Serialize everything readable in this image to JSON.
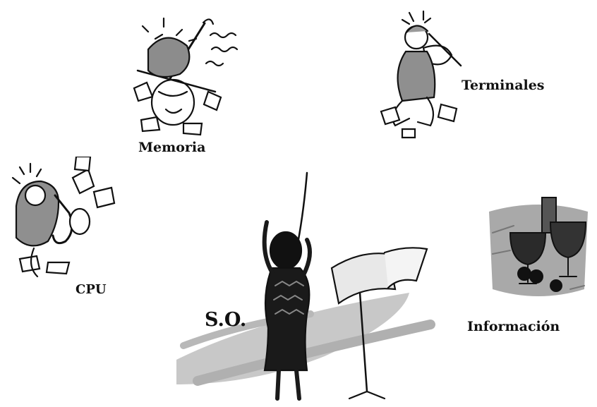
{
  "labels": {
    "memoria": "Memoria",
    "terminales": "Terminales",
    "cpu": "CPU",
    "so": "S.O.",
    "informacion": "Información"
  },
  "illustrations": {
    "memoria": "cellist-illustration",
    "terminales": "violinist-illustration",
    "cpu": "saxophonist-illustration",
    "so": "conductor-illustration",
    "informacion": "wine-glasses-illustration"
  },
  "colors": {
    "ink": "#111111",
    "gray": "#9a9a9a",
    "light_gray": "#c8c8c8",
    "background": "#ffffff"
  }
}
